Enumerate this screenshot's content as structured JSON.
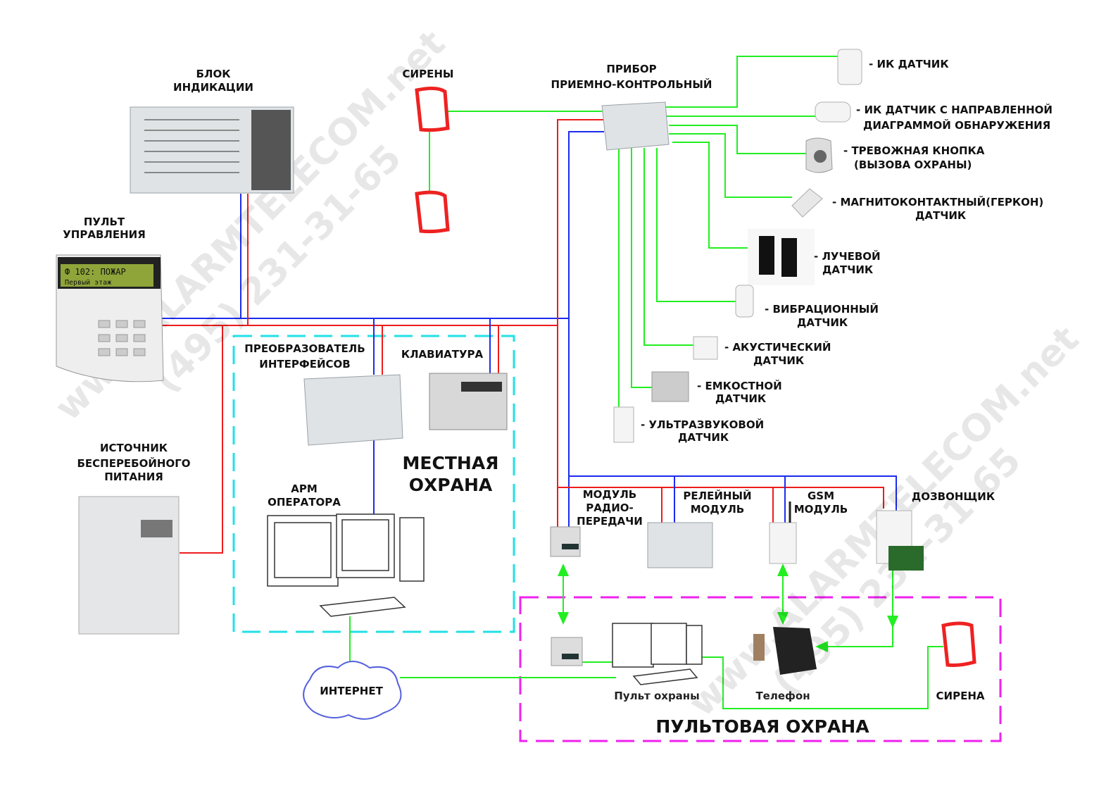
{
  "colors": {
    "power_line": "#ee1c1c",
    "data_bus": "#1c2cee",
    "sensor_line": "#22ee22",
    "local_zone": "#22e0e6",
    "remote_zone": "#ee22ee"
  },
  "labels": {
    "indication_block": [
      "БЛОК",
      "ИНДИКАЦИИ"
    ],
    "sirens": "СИРЕНЫ",
    "control_panel": [
      "ПРИБОР",
      "ПРИЕМНО-КОНТРОЛЬНЫЙ"
    ],
    "control_keypad": [
      "ПУЛЬТ",
      "УПРАВЛЕНИЯ"
    ],
    "lcd_text": [
      "Ф  102:  ПОЖАР",
      "Первый  этаж"
    ],
    "ups": [
      "ИСТОЧНИК",
      "БЕСПЕРЕБОЙНОГО",
      "ПИТАНИЯ"
    ],
    "converter": [
      "ПРЕОБРАЗОВАТЕЛЬ",
      "ИНТЕРФЕЙСОВ"
    ],
    "keyboard": "КЛАВИАТУРА",
    "operator_ws": [
      "АРМ",
      "ОПЕРАТОРА"
    ],
    "local_security": [
      "МЕСТНАЯ",
      "ОХРАНА"
    ],
    "internet": "ИНТЕРНЕТ",
    "radio_module": [
      "МОДУЛЬ",
      "РАДИО-",
      "ПЕРЕДАЧИ"
    ],
    "relay_module": [
      "РЕЛЕЙНЫЙ",
      "МОДУЛЬ"
    ],
    "gsm_module": [
      "GSM",
      "МОДУЛЬ"
    ],
    "dialer": "ДОЗВОНЩИК",
    "security_console": "Пульт охраны",
    "phone": "Телефон",
    "siren": "СИРЕНА",
    "remote_security": "ПУЛЬТОВАЯ ОХРАНА"
  },
  "sensors": [
    {
      "name": "ir",
      "label": [
        "- ИК ДАТЧИК"
      ]
    },
    {
      "name": "ir-directional",
      "label": [
        "- ИК ДАТЧИК С НАПРАВЛЕННОЙ",
        "ДИАГРАММОЙ ОБНАРУЖЕНИЯ"
      ]
    },
    {
      "name": "panic-button",
      "label": [
        "- ТРЕВОЖНАЯ КНОПКА",
        "(ВЫЗОВА ОХРАНЫ)"
      ]
    },
    {
      "name": "magnetic-contact",
      "label": [
        "- МАГНИТОКОНТАКТНЫЙ(ГЕРКОН)",
        "ДАТЧИК"
      ]
    },
    {
      "name": "beam",
      "label": [
        "- ЛУЧЕВОЙ",
        "ДАТЧИК"
      ]
    },
    {
      "name": "vibration",
      "label": [
        "- ВИБРАЦИОННЫЙ",
        "ДАТЧИК"
      ]
    },
    {
      "name": "acoustic",
      "label": [
        "- АКУСТИЧЕСКИЙ",
        "ДАТЧИК"
      ]
    },
    {
      "name": "capacitive",
      "label": [
        "- ЕМКОСТНОЙ",
        "ДАТЧИК"
      ]
    },
    {
      "name": "ultrasonic",
      "label": [
        "- УЛЬТРАЗВУКОВОЙ",
        "ДАТЧИК"
      ]
    }
  ],
  "watermark": [
    "www.ALARMTELECOM.net",
    "(495) 231-31-65"
  ]
}
